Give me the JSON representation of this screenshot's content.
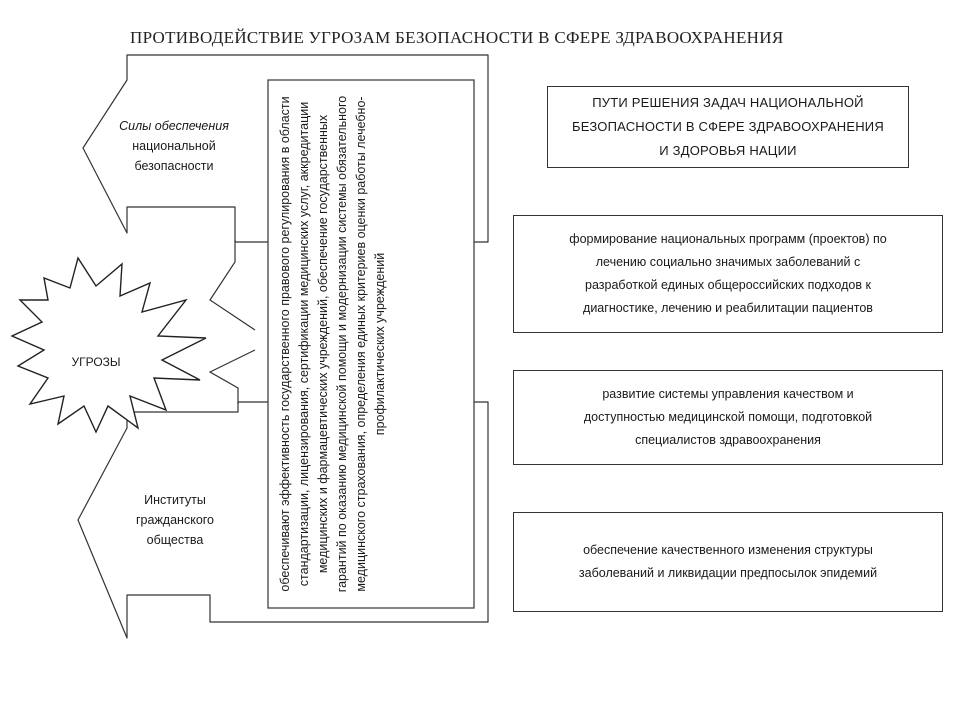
{
  "title": "ПРОТИВОДЕЙСТВИЕ УГРОЗАМ  БЕЗОПАСНОСТИ В СФЕРЕ ЗДРАВООХРАНЕНИЯ",
  "left": {
    "forces_line1": "Силы обеспечения",
    "forces_line2": "национальной",
    "forces_line3": "безопасности",
    "threats": "УГРОЗЫ",
    "civil_line1": "Институты",
    "civil_line2": "гражданского",
    "civil_line3": "общества",
    "vertical_text": "обеспечивают эффективность государственного правового регулирования в области стандартизации, лицензирования, сертификации медицинских услуг, аккредитации медицинских и фармацевтических учреждений, обеспечение государственных гарантий по оказанию медицинской помощи и модернизации системы обязательного медицинского страхования, определения единых критериев оценки работы лечебно-профилактических учреждений"
  },
  "right": {
    "heading_line1": "ПУТИ РЕШЕНИЯ ЗАДАЧ НАЦИОНАЛЬНОЙ",
    "heading_line2": "БЕЗОПАСНОСТИ В СФЕРЕ ЗДРАВООХРАНЕНИЯ",
    "heading_line3": "И ЗДОРОВЬЯ НАЦИИ",
    "box1_line1": "формирование национальных программ (проектов) по",
    "box1_line2": "лечению социально значимых заболеваний  с",
    "box1_line3": "разработкой единых общероссийских подходов к",
    "box1_line4": "диагностике, лечению и реабилитации пациентов",
    "box2_line1": "развитие системы управления качеством и",
    "box2_line2": "доступностью медицинской помощи, подготовкой",
    "box2_line3": "специалистов здравоохранения",
    "box3_line1": "обеспечение качественного изменения структуры",
    "box3_line2": "заболеваний и ликвидации предпосылок эпидемий"
  }
}
